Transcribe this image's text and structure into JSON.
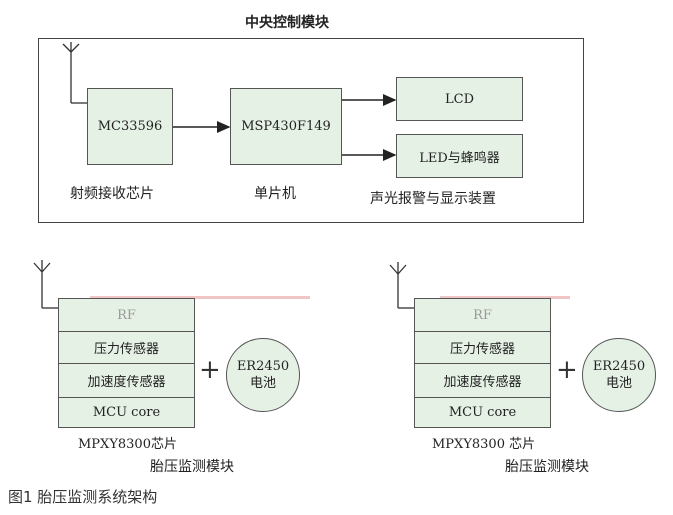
{
  "central": {
    "title": "中央控制模块",
    "receiver_chip": "MC33596",
    "receiver_label": "射频接收芯片",
    "mcu_chip": "MSP430F149",
    "mcu_label": "单片机",
    "lcd": "LCD",
    "led_buzzer": "LED与蜂鸣器",
    "alarm_display_label": "声光报警与显示装置"
  },
  "tpms_modules": [
    {
      "rows": [
        "RF",
        "压力传感器",
        "加速度传感器",
        "MCU core"
      ],
      "battery_line1": "ER2450",
      "battery_line2": "电池",
      "chip_label": "MPXY8300芯片",
      "module_label": "胎压监测模块"
    },
    {
      "rows": [
        "RF",
        "压力传感器",
        "加速度传感器",
        "MCU core"
      ],
      "battery_line1": "ER2450",
      "battery_line2": "电池",
      "chip_label": "MPXY8300 芯片",
      "module_label": "胎压监测模块"
    }
  ],
  "plus_sign": "+",
  "caption": "图1  胎压监测系统架构",
  "colors": {
    "box_fill": "#e6f1e6",
    "border": "#555555",
    "line": "#222222"
  }
}
